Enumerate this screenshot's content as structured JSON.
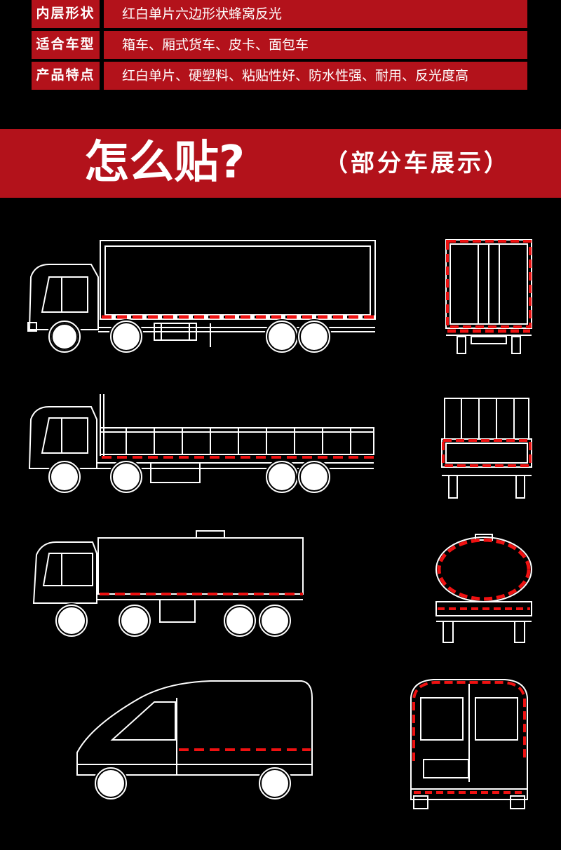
{
  "specs": [
    {
      "label": "内层形状",
      "value": "红白单片六边形状蜂窝反光"
    },
    {
      "label": "适合车型",
      "value": "箱车、厢式货车、皮卡、面包车"
    },
    {
      "label": "产品特点",
      "value": "红白单片、硬塑料、粘贴性好、防水性强、耐用、反光度高"
    }
  ],
  "banner": {
    "title": "怎么贴?",
    "subtitle": "（部分车展示）"
  },
  "colors": {
    "accent_red": "#b3121b",
    "background": "#000000",
    "line": "#ffffff"
  }
}
